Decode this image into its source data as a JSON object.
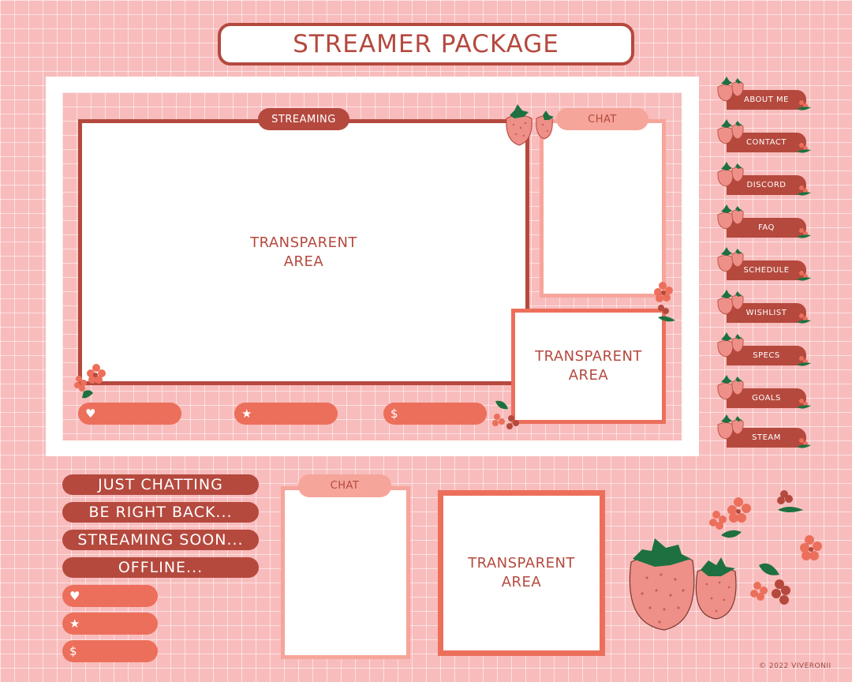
{
  "title": "STREAMER PACKAGE",
  "overlay": {
    "streaming_label": "STREAMING",
    "chat_label": "CHAT",
    "main_area_line1": "TRANSPARENT",
    "main_area_line2": "AREA",
    "cam_area_line1": "TRANSPARENT",
    "cam_area_line2": "AREA",
    "alert_icons": [
      "♥",
      "★",
      "$"
    ]
  },
  "scenes": [
    "JUST CHATTING",
    "BE RIGHT BACK...",
    "STREAMING SOON...",
    "OFFLINE..."
  ],
  "standalone": {
    "chat_label": "CHAT",
    "cam_area_line1": "TRANSPARENT",
    "cam_area_line2": "AREA",
    "alert_icons": [
      "♥",
      "★",
      "$"
    ]
  },
  "panels": [
    "ABOUT ME",
    "CONTACT",
    "DISCORD",
    "FAQ",
    "SCHEDULE",
    "WISHLIST",
    "SPECS",
    "GOALS",
    "STEAM"
  ],
  "copyright": "© 2022 VIVERONII",
  "colors": {
    "background": "#f8bcbc",
    "dark_red": "#b5493e",
    "coral": "#ec6f5b",
    "light_pink": "#f6a59a",
    "leaf_green": "#1e7040"
  },
  "icons": [
    "heart-icon",
    "star-icon",
    "dollar-icon",
    "strawberry-icon",
    "flower-icon"
  ]
}
